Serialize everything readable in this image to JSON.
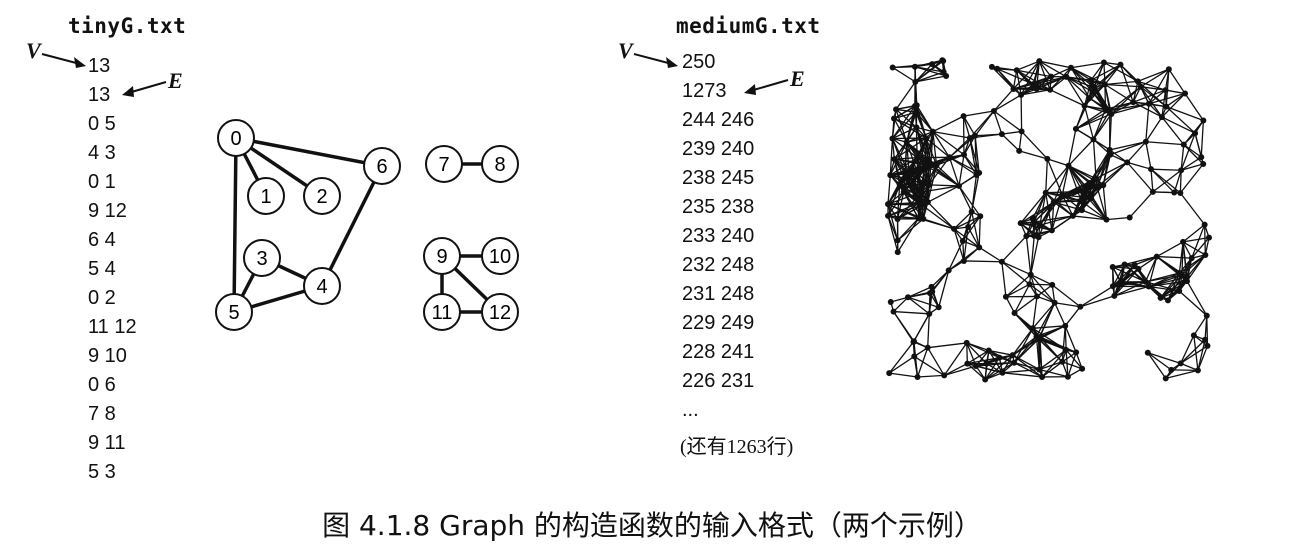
{
  "tiny": {
    "filename": "tinyG.txt",
    "v_label": "V",
    "e_label": "E",
    "lines": [
      "13",
      "13",
      "0 5",
      "4 3",
      "0 1",
      "9 12",
      "6 4",
      "5 4",
      "0 2",
      "11 12",
      "9 10",
      "0 6",
      "7 8",
      "9 11",
      "5 3"
    ]
  },
  "medium": {
    "filename": "mediumG.txt",
    "v_label": "V",
    "e_label": "E",
    "lines": [
      "250",
      "1273",
      "244 246",
      "239 240",
      "238 245",
      "235 238",
      "233 240",
      "232 248",
      "231 248",
      "229 249",
      "228 241",
      "226 231",
      "..."
    ],
    "more": "(还有1263行)"
  },
  "tiny_graph": {
    "nodes": [
      "0",
      "1",
      "2",
      "3",
      "4",
      "5",
      "6",
      "7",
      "8",
      "9",
      "10",
      "11",
      "12"
    ],
    "edges": [
      [
        "0",
        "5"
      ],
      [
        "4",
        "3"
      ],
      [
        "0",
        "1"
      ],
      [
        "9",
        "12"
      ],
      [
        "6",
        "4"
      ],
      [
        "5",
        "4"
      ],
      [
        "0",
        "2"
      ],
      [
        "11",
        "12"
      ],
      [
        "9",
        "10"
      ],
      [
        "0",
        "6"
      ],
      [
        "7",
        "8"
      ],
      [
        "9",
        "11"
      ],
      [
        "5",
        "3"
      ]
    ]
  },
  "caption": "图 4.1.8   Graph 的构造函数的输入格式（两个示例）"
}
